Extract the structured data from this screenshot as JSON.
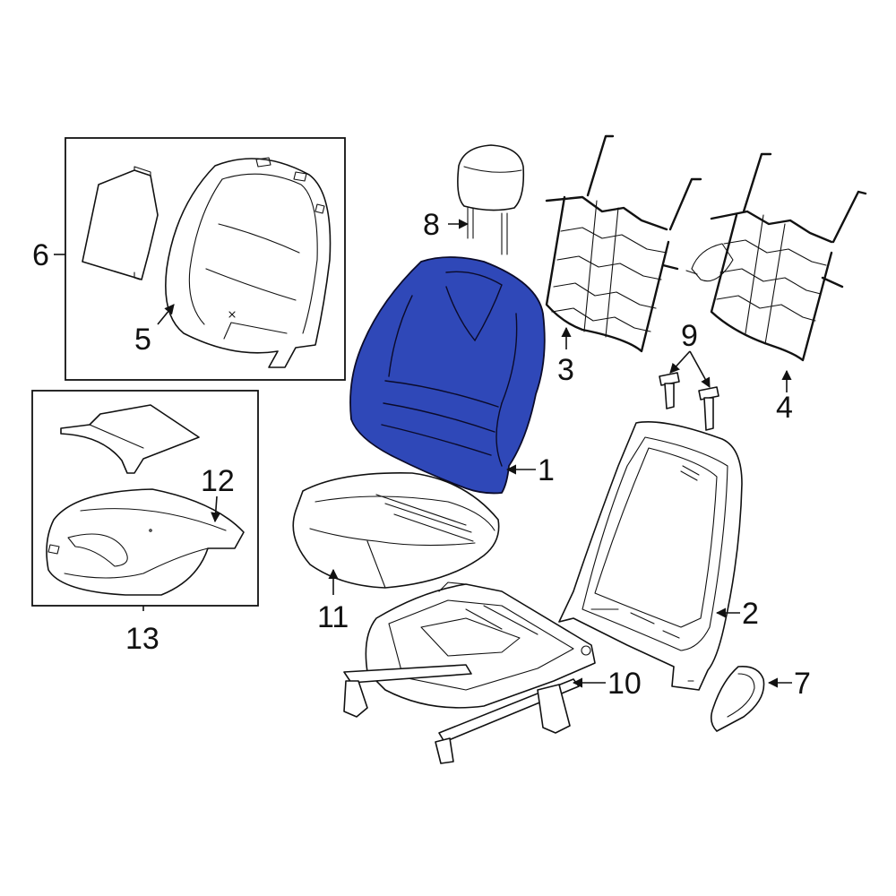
{
  "diagram": {
    "highlight_color": "#2f48b8",
    "callouts": {
      "c1": "1",
      "c2": "2",
      "c3": "3",
      "c4": "4",
      "c5": "5",
      "c6": "6",
      "c7": "7",
      "c8": "8",
      "c9": "9",
      "c10": "10",
      "c11": "11",
      "c12": "12",
      "c13": "13"
    }
  }
}
